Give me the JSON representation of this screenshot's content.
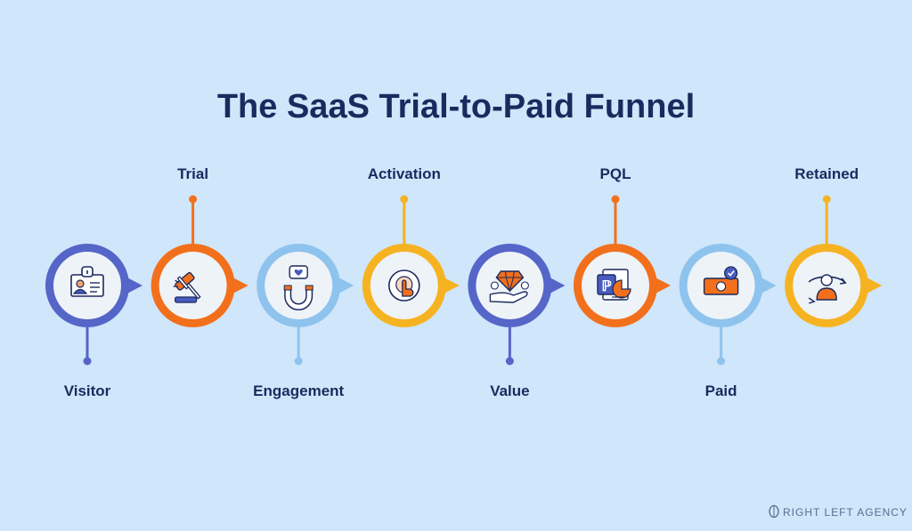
{
  "title": "The SaaS Trial-to-Paid Funnel",
  "brand": "RIGHT LEFT AGENCY",
  "colors": {
    "background": "#cfe6fb",
    "title": "#1b2a5e",
    "indigo": "#5565c8",
    "orange": "#f2701b",
    "light_blue": "#8ec3ee",
    "yellow": "#f6b321",
    "inner_circle": "#eef3f8"
  },
  "stages": [
    {
      "label": "Visitor",
      "ring": "indigo",
      "label_side": "bottom",
      "icon": "id-card-icon"
    },
    {
      "label": "Trial",
      "ring": "orange",
      "label_side": "top",
      "icon": "gavel-icon"
    },
    {
      "label": "Engagement",
      "ring": "light_blue",
      "label_side": "bottom",
      "icon": "magnet-heart-icon"
    },
    {
      "label": "Activation",
      "ring": "yellow",
      "label_side": "top",
      "icon": "touch-button-icon"
    },
    {
      "label": "Value",
      "ring": "indigo",
      "label_side": "bottom",
      "icon": "diamond-hand-icon"
    },
    {
      "label": "PQL",
      "ring": "orange",
      "label_side": "top",
      "icon": "report-chart-icon"
    },
    {
      "label": "Paid",
      "ring": "light_blue",
      "label_side": "bottom",
      "icon": "money-check-icon"
    },
    {
      "label": "Retained",
      "ring": "yellow",
      "label_side": "top",
      "icon": "user-cycle-icon"
    }
  ]
}
